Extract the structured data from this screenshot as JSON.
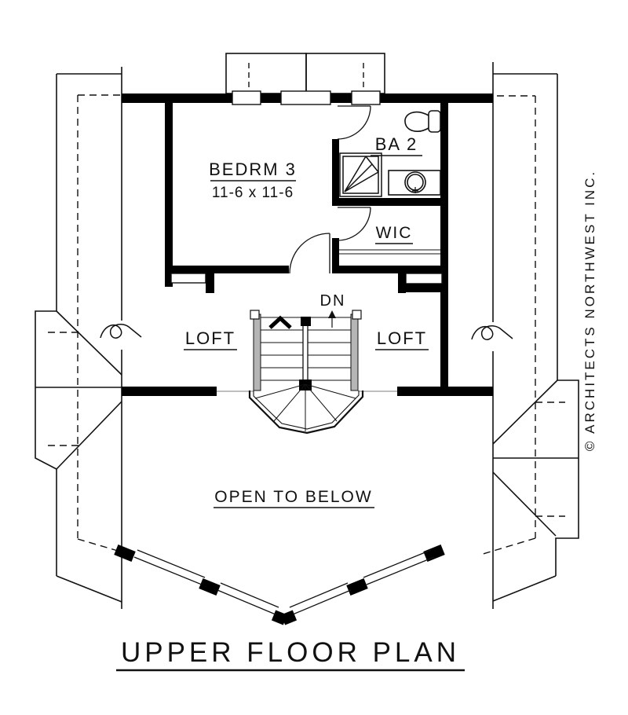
{
  "drawing": {
    "title": "UPPER FLOOR PLAN",
    "copyright": "© ARCHITECTS NORTHWEST INC.",
    "background_color": "#ffffff",
    "line_color": "#111111"
  },
  "rooms": {
    "bedroom": {
      "label": "BEDRM 3",
      "dimensions": "11-6 x 11-6"
    },
    "bath": {
      "label": "BA 2"
    },
    "closet": {
      "label": "WIC"
    },
    "loft_left": {
      "label": "LOFT"
    },
    "loft_right": {
      "label": "LOFT"
    }
  },
  "annotations": {
    "stairs_direction": "DN",
    "open_to_below": "OPEN TO BELOW"
  },
  "fixtures": [
    "corner-shower",
    "toilet",
    "vanity-sink",
    "winder-staircase",
    "railing-wall"
  ]
}
